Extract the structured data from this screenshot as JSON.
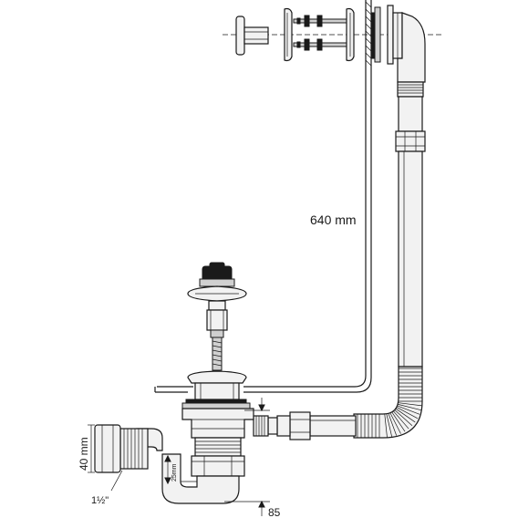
{
  "labels": {
    "overflow_height": "640 mm",
    "trap_diameter": "40 mm",
    "thread_size": "1½\"",
    "seal_depth": "25mm",
    "trap_height": "85"
  }
}
